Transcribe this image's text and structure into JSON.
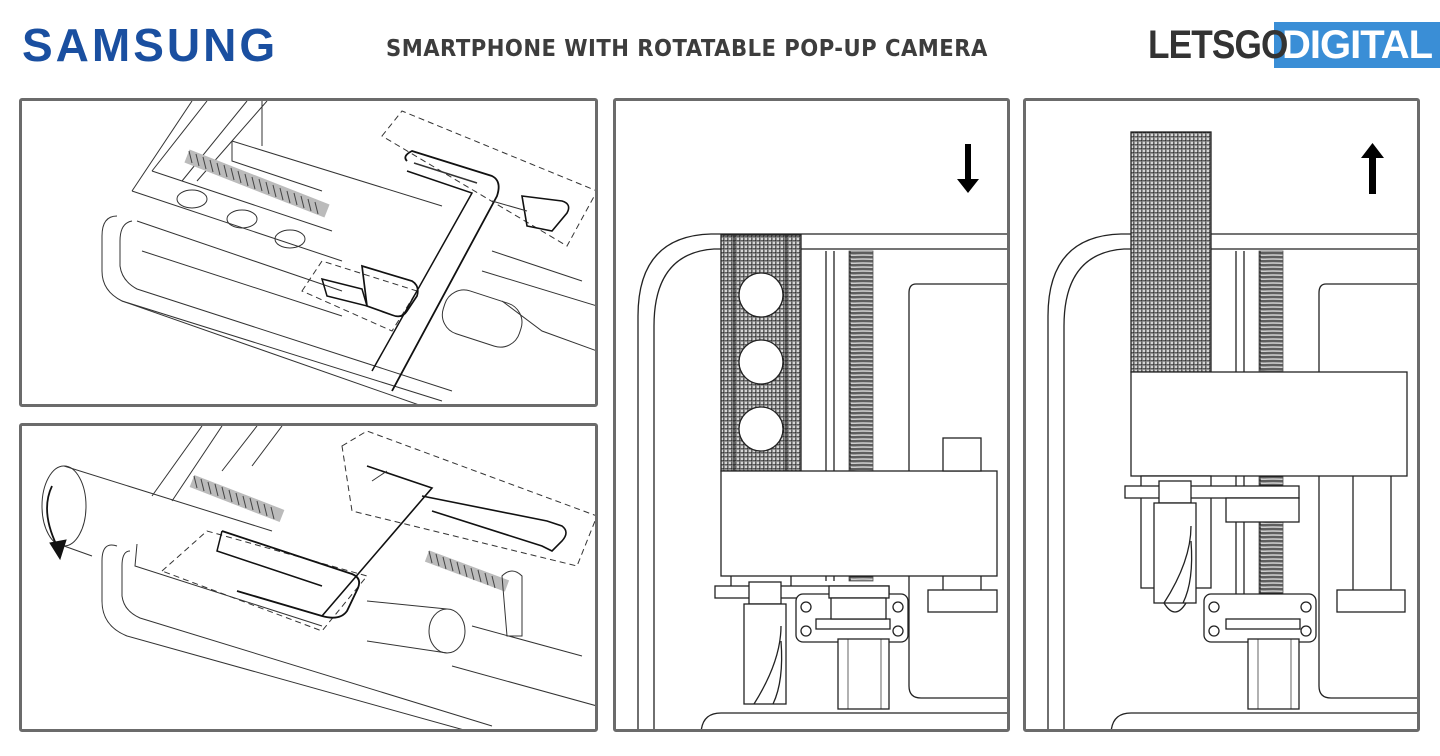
{
  "header": {
    "brand_left": "SAMSUNG",
    "title": "SMARTPHONE WITH ROTATABLE POP-UP CAMERA",
    "brand_right_part1": "LETSGO",
    "brand_right_part2": "DIGITAL"
  },
  "colors": {
    "samsung_blue": "#1a4fa0",
    "letsgo_blue": "#3a8ed6",
    "title_gray": "#3d3d3d",
    "panel_border": "#6b6b6b",
    "line": "#222222",
    "hatch": "#bdbdbd"
  },
  "panels": [
    {
      "id": "top-left",
      "description": "Isometric view of camera module with sliding bracket (retracted)",
      "icons": [
        "spring-coil",
        "lens-holes"
      ]
    },
    {
      "id": "bottom-left",
      "description": "Isometric view with camera rotation arrow",
      "icons": [
        "rotate-arrow-icon"
      ]
    },
    {
      "id": "middle",
      "description": "Front view, camera retracted",
      "arrow": "down-arrow-icon"
    },
    {
      "id": "right",
      "description": "Front view, camera popped up",
      "arrow": "up-arrow-icon"
    }
  ]
}
